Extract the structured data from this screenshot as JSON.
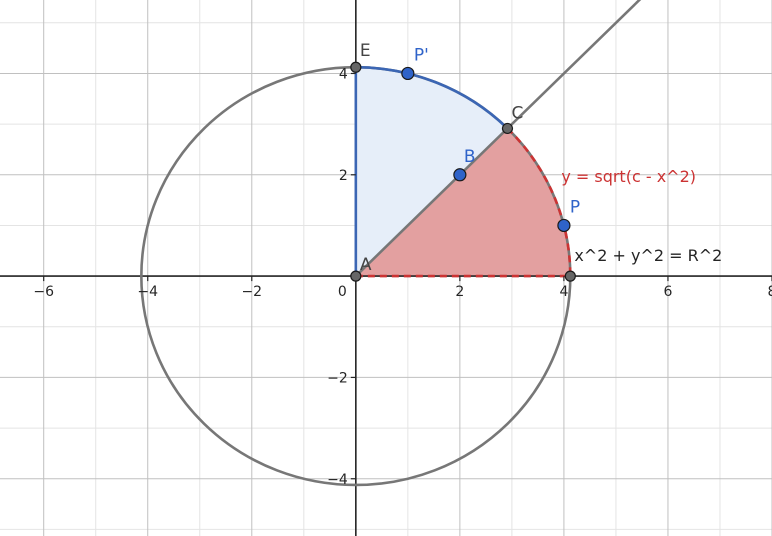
{
  "view": {
    "x_range": [
      -6.84,
      8.0
    ],
    "y_range": [
      -5.13,
      5.45
    ],
    "major_grid": 2,
    "minor_grid": 1,
    "origin_label": "0"
  },
  "colors": {
    "axis": "#252525",
    "grid_major": "#c0c0c0",
    "grid_minor": "#e4e4e4",
    "circle": "#777777",
    "blue": "#3b66b4",
    "blue_fill": "#e6eef9",
    "red": "#cc3333",
    "red_fill": "#e3a0a0",
    "gray_point": "#666666",
    "blue_point": "#2f63c9"
  },
  "x_ticks": [
    "−6",
    "−4",
    "−2",
    "2",
    "4",
    "6",
    "8"
  ],
  "y_ticks": [
    "−4",
    "−2",
    "2",
    "4"
  ],
  "circle": {
    "radius": 4.123
  },
  "points": {
    "A": {
      "label": "A",
      "x": 0,
      "y": 0
    },
    "B": {
      "label": "B",
      "x": 2,
      "y": 2
    },
    "C": {
      "label": "C",
      "x": 2.915,
      "y": 2.915
    },
    "E": {
      "label": "E",
      "x": 0,
      "y": 4.123
    },
    "P": {
      "label": "P",
      "x": 4,
      "y": 1
    },
    "P_prime": {
      "label": "P'",
      "x": 1,
      "y": 4
    },
    "D": {
      "label": "",
      "x": 4.123,
      "y": 0
    }
  },
  "labels": {
    "red_function": "y = sqrt(c - x^2)",
    "circle_equation": "x^2 + y^2 = R^2"
  }
}
